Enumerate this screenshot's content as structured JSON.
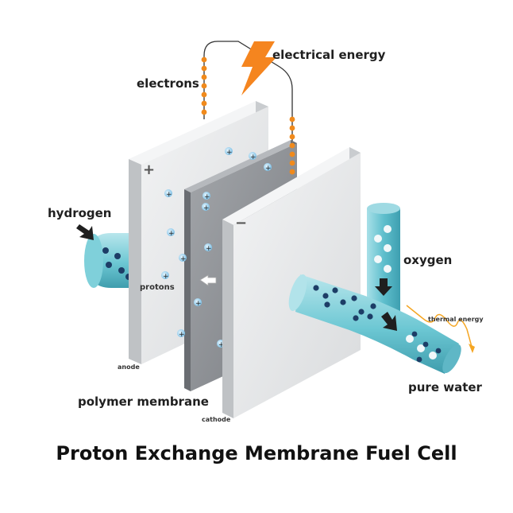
{
  "diagram": {
    "title": "Proton Exchange Membrane Fuel Cell",
    "labels": {
      "electrical_energy": "electrical energy",
      "electrons": "electrons",
      "hydrogen": "hydrogen",
      "protons": "protons",
      "oxygen": "oxygen",
      "thermal_energy": "thermal energy",
      "pure_water": "pure water",
      "anode": "anode",
      "polymer_membrane": "polymer membrane",
      "cathode": "cathode"
    },
    "signs": {
      "anode_sign": "+",
      "cathode_sign": "−"
    },
    "colors": {
      "electron": "#f08a1c",
      "lightning": "#f5851f",
      "tube": "#6cc7d3",
      "molecule_dark": "#1d3d66",
      "plate": "#e4e6e8",
      "membrane": "#8e9196",
      "proton": "#7ec3e8"
    }
  }
}
